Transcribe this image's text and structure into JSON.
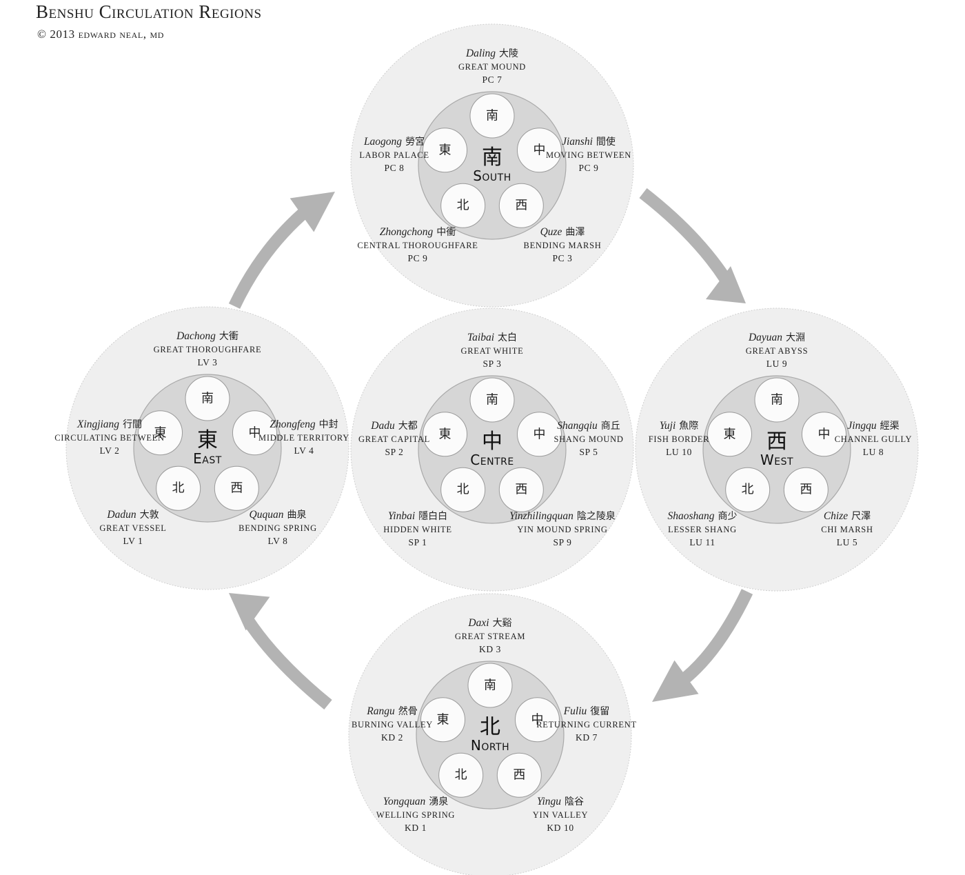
{
  "title": "Benshu Circulation Regions",
  "copyright": "© 2013 edward neal, md",
  "bead_chars": [
    "南",
    "中",
    "西",
    "北",
    "東"
  ],
  "regions": [
    {
      "id": "south",
      "char": "南",
      "name": "South",
      "points": [
        {
          "name": "Daling",
          "chars": "大陵",
          "meaning": "GREAT MOUND",
          "code": "PC 7"
        },
        {
          "name": "Jianshi",
          "chars": "間使",
          "meaning": "MOVING BETWEEN",
          "code": "PC 9"
        },
        {
          "name": "Quze",
          "chars": "曲澤",
          "meaning": "BENDING MARSH",
          "code": "PC 3"
        },
        {
          "name": "Zhongchong",
          "chars": "中衝",
          "meaning": "CENTRAL THOROUGHFARE",
          "code": "PC 9"
        },
        {
          "name": "Laogong",
          "chars": "勞宮",
          "meaning": "LABOR PALACE",
          "code": "PC 8"
        }
      ]
    },
    {
      "id": "east",
      "char": "東",
      "name": "East",
      "points": [
        {
          "name": "Dachong",
          "chars": "大衝",
          "meaning": "GREAT THOROUGHFARE",
          "code": "LV 3"
        },
        {
          "name": "Zhongfeng",
          "chars": "中封",
          "meaning": "MIDDLE TERRITORY",
          "code": "LV 4"
        },
        {
          "name": "Ququan",
          "chars": "曲泉",
          "meaning": "BENDING SPRING",
          "code": "LV 8"
        },
        {
          "name": "Dadun",
          "chars": "大敦",
          "meaning": "GREAT VESSEL",
          "code": "LV 1"
        },
        {
          "name": "Xingjiang",
          "chars": "行間",
          "meaning": "CIRCULATING BETWEEN",
          "code": "LV 2"
        }
      ]
    },
    {
      "id": "centre",
      "char": "中",
      "name": "Centre",
      "points": [
        {
          "name": "Taibai",
          "chars": "太白",
          "meaning": "GREAT WHITE",
          "code": "SP 3"
        },
        {
          "name": "Shangqiu",
          "chars": "商丘",
          "meaning": "SHANG MOUND",
          "code": "SP 5"
        },
        {
          "name": "Yinzhilingquan",
          "chars": "陰之陵泉",
          "meaning": "YIN MOUND SPRING",
          "code": "SP 9"
        },
        {
          "name": "Yinbai",
          "chars": "隱白白",
          "meaning": "HIDDEN WHITE",
          "code": "SP 1"
        },
        {
          "name": "Dadu",
          "chars": "大都",
          "meaning": "GREAT CAPITAL",
          "code": "SP 2"
        }
      ]
    },
    {
      "id": "west",
      "char": "西",
      "name": "West",
      "points": [
        {
          "name": "Dayuan",
          "chars": "大淵",
          "meaning": "GREAT ABYSS",
          "code": "LU 9"
        },
        {
          "name": "Jingqu",
          "chars": "經渠",
          "meaning": "CHANNEL GULLY",
          "code": "LU 8"
        },
        {
          "name": "Chize",
          "chars": "尺澤",
          "meaning": "CHI MARSH",
          "code": "LU 5"
        },
        {
          "name": "Shaoshang",
          "chars": "商少",
          "meaning": "LESSER SHANG",
          "code": "LU 11"
        },
        {
          "name": "Yuji",
          "chars": "魚際",
          "meaning": "FISH BORDER",
          "code": "LU 10"
        }
      ]
    },
    {
      "id": "north",
      "char": "北",
      "name": "North",
      "points": [
        {
          "name": "Daxi",
          "chars": "大谿",
          "meaning": "GREAT STREAM",
          "code": "KD 3"
        },
        {
          "name": "Fuliu",
          "chars": "復留",
          "meaning": "RETURNING CURRENT",
          "code": "KD 7"
        },
        {
          "name": "Yingu",
          "chars": "陰谷",
          "meaning": "YIN VALLEY",
          "code": "KD 10"
        },
        {
          "name": "Yongquan",
          "chars": "湧泉",
          "meaning": "WELLING SPRING",
          "code": "KD 1"
        },
        {
          "name": "Rangu",
          "chars": "然骨",
          "meaning": "BURNING VALLEY",
          "code": "KD 2"
        }
      ]
    }
  ]
}
